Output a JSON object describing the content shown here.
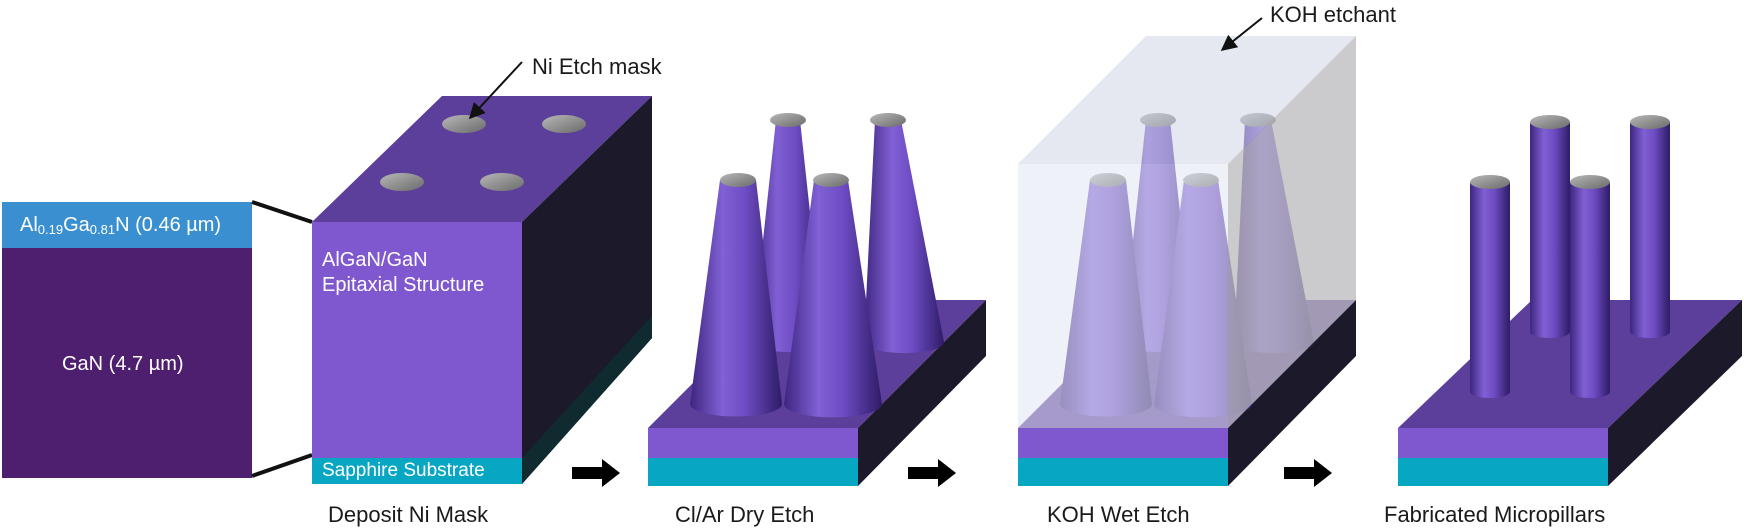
{
  "colors": {
    "algan_layer": "#3a8fd0",
    "gan_layer": "#4e1f6e",
    "epi_front": "#7f58d0",
    "top_face": "#5b3f9a",
    "dark_side": "#1c1a2a",
    "sapphire": "#07a7c4",
    "pillar": "#7050c0",
    "ni_cap": "#8a8a8a",
    "koh_box": "#dfe3ee"
  },
  "layer_stack": {
    "algan_label": {
      "pre": "Al",
      "sub1": "0.19",
      "mid": "Ga",
      "sub2": "0.81",
      "post": "N (0.46 µm)"
    },
    "gan_label": "GaN (4.7 µm)"
  },
  "annotations": {
    "ni_mask": "Ni Etch mask",
    "koh_etchant": "KOH etchant",
    "epi_line1": "AlGaN/GaN",
    "epi_line2": "Epitaxial Structure",
    "sapphire": "Sapphire Substrate"
  },
  "steps": [
    {
      "caption": "Deposit Ni Mask"
    },
    {
      "caption": "Cl/Ar Dry Etch"
    },
    {
      "caption": "KOH Wet Etch"
    },
    {
      "caption": "Fabricated Micropillars"
    }
  ]
}
